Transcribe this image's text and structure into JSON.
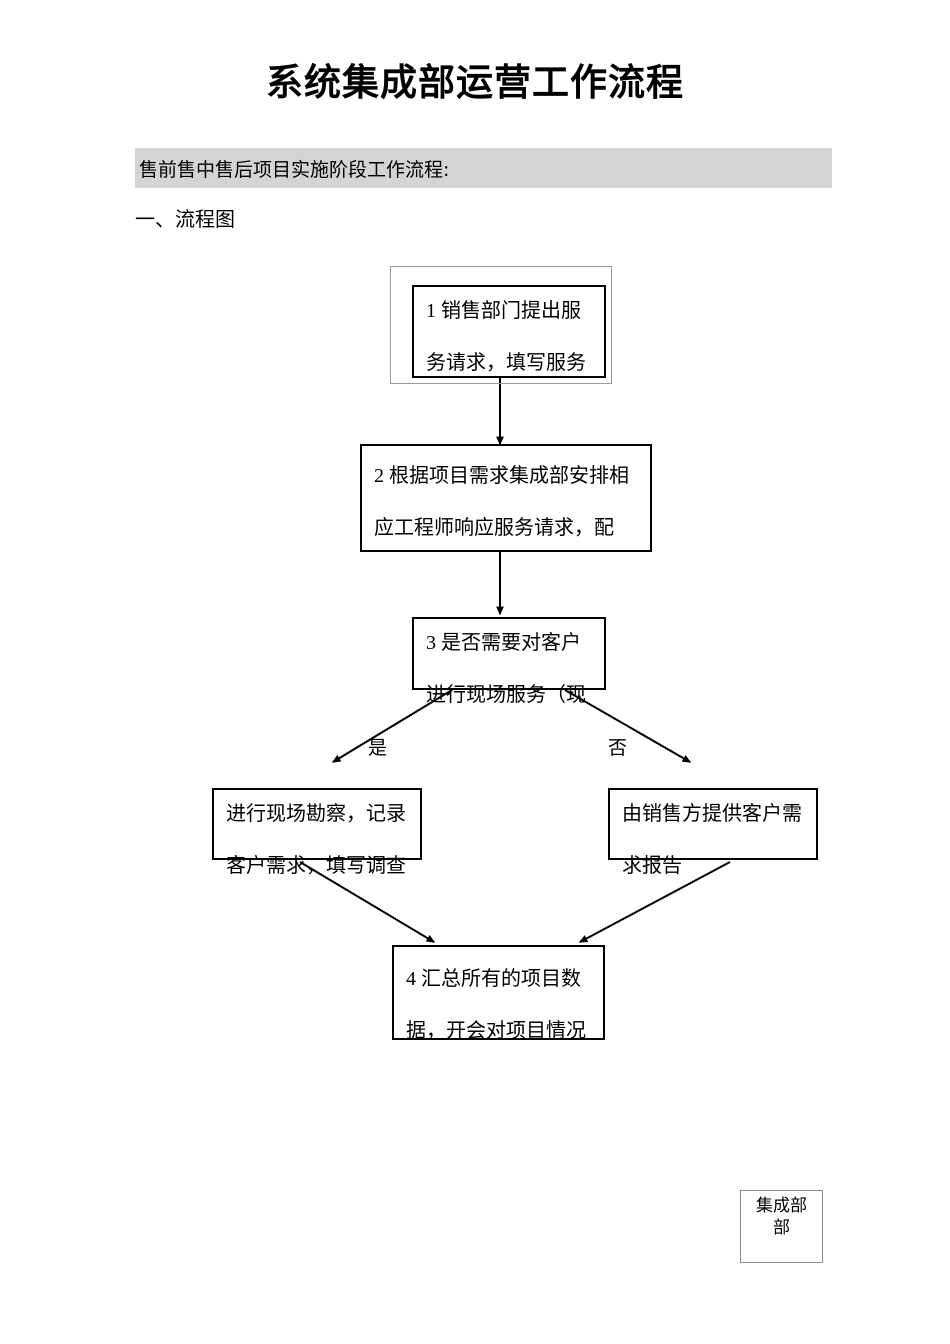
{
  "document": {
    "title": "系统集成部运营工作流程",
    "banner_text": "售前售中售后项目实施阶段工作流程:",
    "section_heading": "一、流程图"
  },
  "flowchart": {
    "nodes": [
      {
        "id": "node-1",
        "name": "flow-box-sales-request",
        "line1": "1 销售部门提出服",
        "line2": "务请求，填写服务"
      },
      {
        "id": "node-2",
        "name": "flow-box-assign-engineer",
        "line1": "2 根据项目需求集成部安排相",
        "line2": "应工程师响应服务请求，配"
      },
      {
        "id": "node-3",
        "name": "flow-box-decision-onsite",
        "line1": "3 是否需要对客户",
        "line2": "进行现场服务（现"
      },
      {
        "id": "node-4-left",
        "name": "flow-box-onsite-survey",
        "line1": "进行现场勘察，记录",
        "line2": "客户需求，填写调查"
      },
      {
        "id": "node-4-right",
        "name": "flow-box-sales-provides",
        "line1": "由销售方提供客户需",
        "line2": "求报告"
      },
      {
        "id": "node-5",
        "name": "flow-box-summarize-data",
        "line1": "4 汇总所有的项目数",
        "line2": "据，开会对项目情况"
      }
    ],
    "branch_labels": {
      "yes": "是",
      "no": "否"
    }
  },
  "stamp": {
    "text": "集成部\n部"
  },
  "colors": {
    "banner_bg": "#d4d4d4",
    "box_border": "#000000",
    "ghost_border": "#9a9a9a",
    "stamp_border": "#8d8d8d",
    "text": "#000000"
  }
}
